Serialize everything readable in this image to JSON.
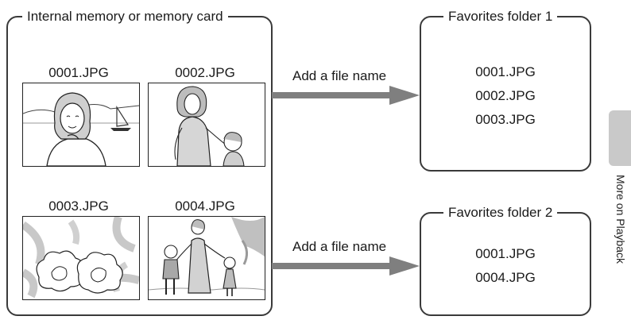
{
  "source": {
    "title": "Internal memory or memory card",
    "photos": [
      {
        "name": "0001.JPG",
        "icon": "portrait-by-lake-photo-icon"
      },
      {
        "name": "0002.JPG",
        "icon": "mother-and-child-photo-icon"
      },
      {
        "name": "0003.JPG",
        "icon": "flowers-photo-icon"
      },
      {
        "name": "0004.JPG",
        "icon": "family-walk-photo-icon"
      }
    ]
  },
  "actions": [
    {
      "label": "Add a file name"
    },
    {
      "label": "Add a file name"
    }
  ],
  "favorites": [
    {
      "title": "Favorites folder 1",
      "files": [
        "0001.JPG",
        "0002.JPG",
        "0003.JPG"
      ]
    },
    {
      "title": "Favorites folder 2",
      "files": [
        "0001.JPG",
        "0004.JPG"
      ]
    }
  ],
  "side_tab": {
    "label": "More on Playback",
    "color": "#c9c9c9"
  },
  "colors": {
    "arrow": "#7f7f7f",
    "frame": "#3a3a3a"
  }
}
